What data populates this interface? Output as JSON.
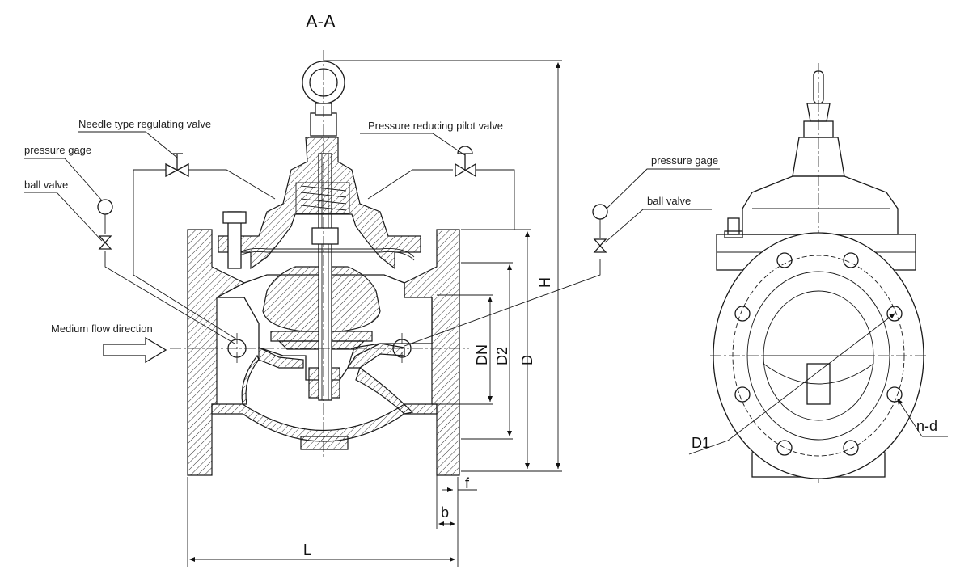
{
  "section_title": "A-A",
  "callouts": {
    "needle_valve": "Needle type regulating valve",
    "pilot_valve": "Pressure reducing pilot valve",
    "pressure_gage_left": "pressure gage",
    "ball_valve_left": "ball valve",
    "pressure_gage_right": "pressure gage",
    "ball_valve_right": "ball valve",
    "flow_direction": "Medium flow direction"
  },
  "dimensions": {
    "H": "H",
    "DN": "DN",
    "D2": "D2",
    "D": "D",
    "f": "f",
    "b": "b",
    "L": "L",
    "D1": "D1",
    "nd": "n-d"
  }
}
